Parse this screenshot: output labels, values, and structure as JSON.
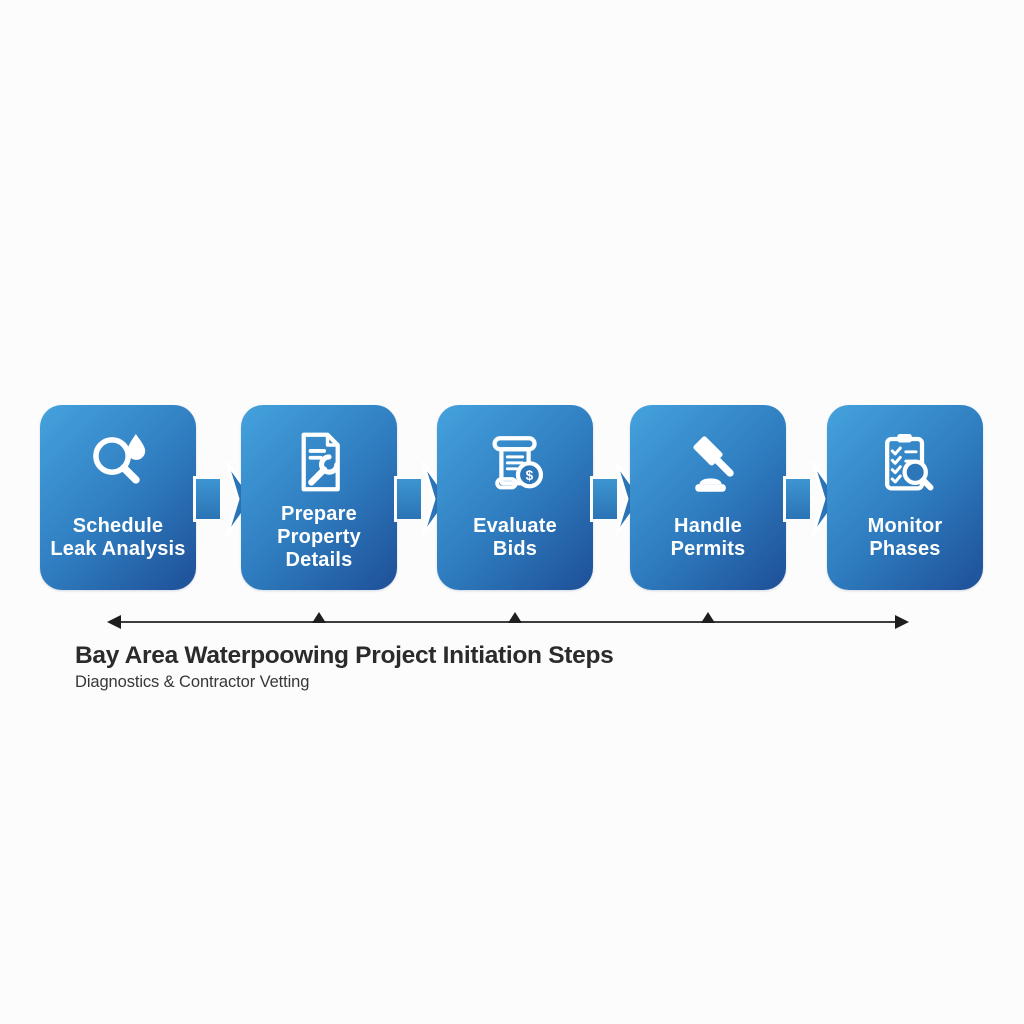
{
  "caption": {
    "title": "Bay Area Waterpoowing Project Initiation Steps",
    "subtitle": "Diagnostics & Contractor Vetting"
  },
  "steps": [
    {
      "id": "schedule-leak-analysis",
      "icon": "leak-search-icon",
      "label_lines": [
        "Schedule",
        "Leak Analysis"
      ]
    },
    {
      "id": "prepare-property-details",
      "icon": "document-wrench-icon",
      "label_lines": [
        "Prepare",
        "Property",
        "Details"
      ]
    },
    {
      "id": "evaluate-bids",
      "icon": "bid-scroll-icon",
      "label_lines": [
        "Evaluate",
        "Bids"
      ]
    },
    {
      "id": "handle-permits",
      "icon": "gavel-icon",
      "label_lines": [
        "Handle",
        "Permits"
      ]
    },
    {
      "id": "monitor-phases",
      "icon": "clipboard-search-icon",
      "label_lines": [
        "Monitor",
        "Phases"
      ]
    }
  ],
  "colors": {
    "card_gradient_start": "#45a2dd",
    "card_gradient_end": "#1e4f97",
    "arrow_top": "#3d95d1",
    "arrow_bottom": "#2b74b6",
    "icon_mask_blue": "#2d76b9",
    "timeline_line": "#3d3d3d",
    "timeline_marker": "#1e1e1e",
    "title_text": "#2b2b2b",
    "subtitle_text": "#373737",
    "label_text": "#ffffff"
  }
}
